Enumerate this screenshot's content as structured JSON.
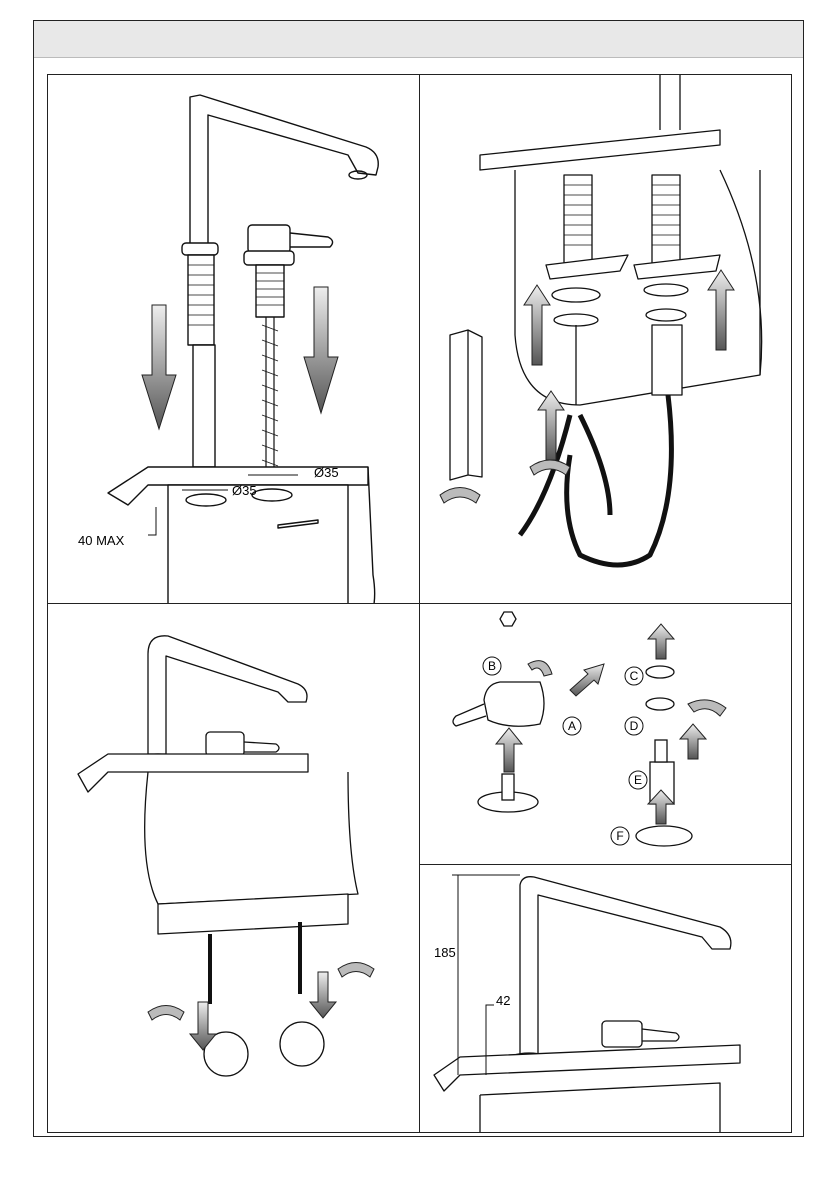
{
  "panel1": {
    "dim_hole_left": "Ø35",
    "dim_hole_right": "Ø35",
    "dim_max_thickness": "40 MAX"
  },
  "panel4": {
    "callouts": [
      "A",
      "B",
      "C",
      "D",
      "E",
      "F"
    ]
  },
  "panel5": {
    "dim_height": "185",
    "dim_offset": "42"
  }
}
